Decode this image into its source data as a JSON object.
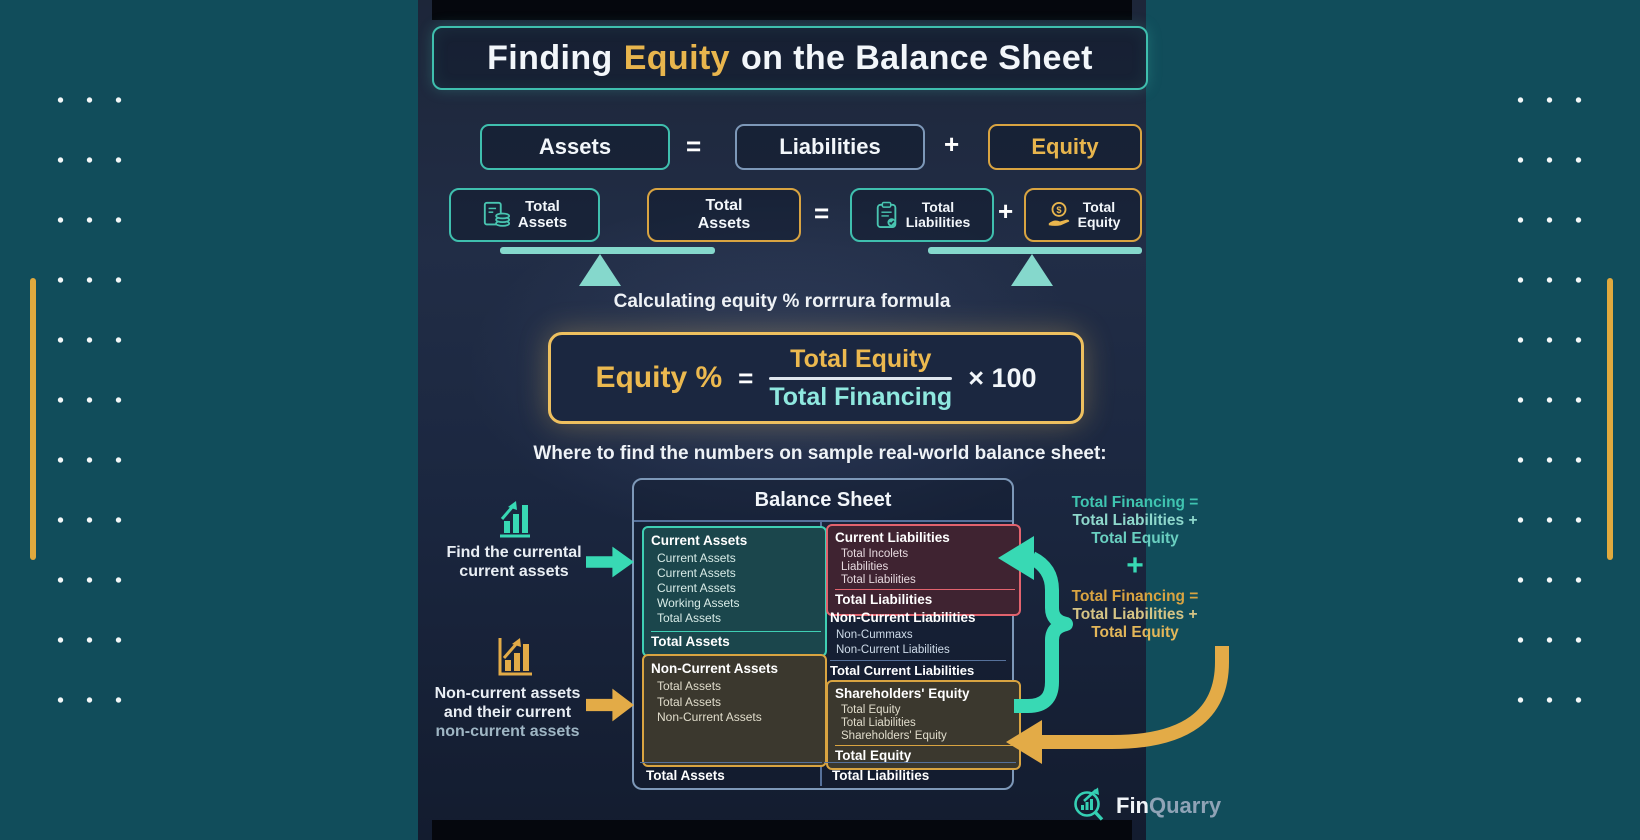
{
  "title": {
    "pre": "Finding",
    "highlight": "Equity",
    "post": "on the Balance Sheet"
  },
  "equation_row": {
    "assets": "Assets",
    "eq": "=",
    "liabilities": "Liabilities",
    "plus": "+",
    "equity": "Equity"
  },
  "totals_row": {
    "total_assets_1": {
      "lines": [
        "Total",
        "Assets"
      ]
    },
    "total_assets_2": {
      "lines": [
        "Total",
        "Assets"
      ]
    },
    "eq": "=",
    "total_liabilities": {
      "lines": [
        "Total",
        "Liabilities"
      ]
    },
    "plus": "+",
    "total_equity": {
      "lines": [
        "Total",
        "Equity"
      ]
    }
  },
  "formula_caption": "Calculating equity % rorrrura formula",
  "formula": {
    "lhs": "Equity %",
    "eq": "=",
    "numerator": "Total Equity",
    "denominator": "Total Financing",
    "times": "× 100"
  },
  "finder_caption": "Where to find the numbers on sample real-world balance sheet:",
  "balance_sheet": {
    "title": "Balance Sheet",
    "assets_col": {
      "current_assets": {
        "header": "Current Assets",
        "items": [
          "Current Assets",
          "Current Assets",
          "Current Assets",
          "Working Assets",
          "Total Assets"
        ],
        "total": "Total Assets"
      },
      "non_current_assets": {
        "header": "Non-Current Assets",
        "items": [
          "Total Assets",
          "Total Assets",
          "Non-Current Assets"
        ]
      },
      "column_total": "Total Assets"
    },
    "liabilities_col": {
      "current_liabilities": {
        "header": "Current Liabilities",
        "items": [
          "Total Incolets",
          "Liabilities",
          "Total Liabilities"
        ],
        "total": "Total Liabilities"
      },
      "non_current_liabilities": {
        "header": "Non-Current Liabilities",
        "items": [
          "Non-Cummaxs",
          "Non-Current Liabilities"
        ],
        "total": "Total Current Liabilities"
      },
      "shareholders_equity": {
        "header": "Shareholders' Equity",
        "items": [
          "Total Equity",
          "Total Liabilities",
          "Shareholders' Equity"
        ],
        "total": "Total Equity"
      },
      "column_total": "Total Liabilities"
    }
  },
  "left_annotations": {
    "find_current": {
      "lines": [
        "Find the currental",
        "current assets"
      ]
    },
    "non_current": {
      "lines": [
        "Non-current assets",
        "and their current",
        "non-current assets"
      ]
    }
  },
  "right_annotations": {
    "financing_top": {
      "lines": [
        "Total Financing =",
        "Total Liabilities +",
        "Total Equity"
      ]
    },
    "plus": "+",
    "financing_bottom": {
      "lines": [
        "Total Financing =",
        "Total Liabilities +",
        "Total Equity"
      ]
    }
  },
  "logo": {
    "name_primary": "Fin",
    "name_secondary": "Quarry"
  },
  "icons": {
    "total_assets": "ledger-coins-icon",
    "total_liabilities": "clipboard-check-icon",
    "total_equity": "hand-dollar-icon",
    "left_top": "bar-chart-up-icon",
    "left_bottom": "framed-bar-chart-icon",
    "logo": "magnifier-chart-icon"
  },
  "colors": {
    "teal_accent": "#38d9b4",
    "gold_accent": "#e3ab47",
    "steel_border": "#7d98b8",
    "red_border": "#e2636e",
    "side_background": "#114d5b",
    "panel_background": "#1c2639"
  }
}
